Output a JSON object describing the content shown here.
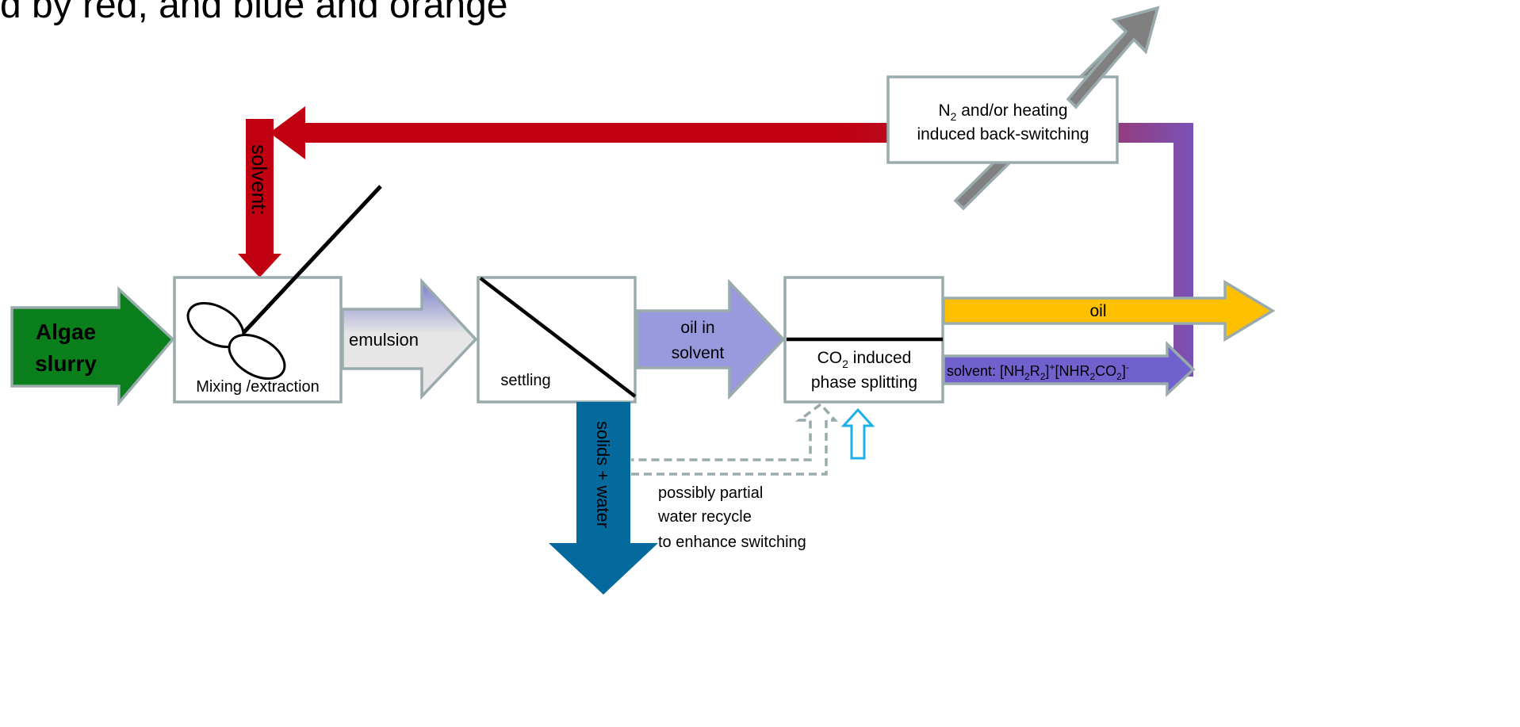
{
  "header_partial": "d by red, and blue and orange",
  "feed": {
    "line1": "Algae",
    "line2": "slurry",
    "color": "#0a7f1c"
  },
  "mixer": {
    "label": "Mixing /extraction"
  },
  "emulsion": {
    "label": "emulsion"
  },
  "settler": {
    "label": "settling"
  },
  "oil_in_solvent": {
    "line1": "oil in",
    "line2": "solvent",
    "color": "#9999dd"
  },
  "phase_split": {
    "line1_prefix": "CO",
    "line1_sub": "2",
    "line1_suffix": " induced",
    "line2": "phase splitting"
  },
  "oil_out": {
    "label": "oil",
    "color": "#ffc000"
  },
  "solvent_out": {
    "prefix": "solvent: [NH",
    "s1": "2",
    "mid1": "R",
    "s2": "2",
    "sup1": "+",
    "mid2": "[NHR",
    "s3": "2",
    "mid3": "CO",
    "s4": "2",
    "mid4": "]",
    "sup2": "-",
    "color": "#7061cc"
  },
  "back_switching": {
    "line1_prefix": "N",
    "line1_sub": "2",
    "line1_suffix": " and/or heating",
    "line2": "induced back-switching"
  },
  "solvent_return": {
    "label": "solvent:",
    "color": "#c00010"
  },
  "solids_water": {
    "label": "solids + water",
    "color": "#04699c"
  },
  "recycle_note": {
    "line1": "possibly partial",
    "line2": "water recycle",
    "line3": "to enhance switching"
  },
  "colors": {
    "co2_arrow": "#1cb0e8",
    "recycle_dash": "#9aabad",
    "gas_arrow": "#808080",
    "box_border": "#9aabad"
  }
}
